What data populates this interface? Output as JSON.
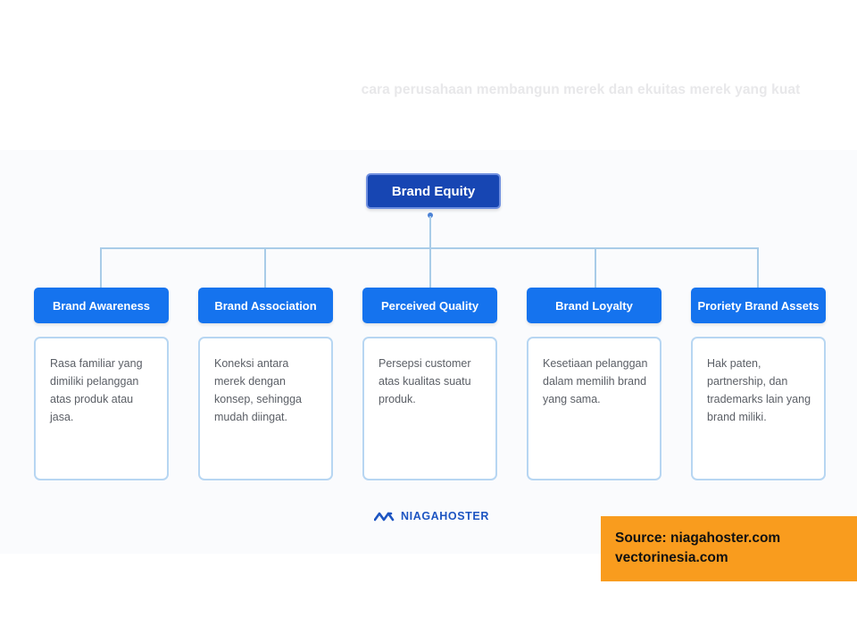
{
  "subtitle": "cara perusahaan membangun merek dan ekuitas merek yang kuat",
  "root": "Brand Equity",
  "branches": [
    {
      "title": "Brand Awareness",
      "text": "Rasa familiar yang dimiliki pelanggan atas produk atau jasa."
    },
    {
      "title": "Brand Association",
      "text": "Koneksi antara merek dengan konsep, sehingga mudah diingat."
    },
    {
      "title": "Perceived Quality",
      "text": "Persepsi customer atas kualitas suatu produk."
    },
    {
      "title": "Brand Loyalty",
      "text": "Kesetiaan pelanggan dalam memilih brand yang sama."
    },
    {
      "title": "Proriety Brand Assets",
      "text": "Hak paten, partnership, dan trademarks lain yang brand miliki."
    }
  ],
  "logo": {
    "text": "NIAGAHOSTER",
    "icon": "niagahoster-wave-icon",
    "color": "#1d55c2"
  },
  "source": {
    "line1": "Source: niagahoster.com",
    "line2": "vectorinesia.com"
  },
  "colors": {
    "root": "#1746b3",
    "header": "#1573ee",
    "connector": "#a9cce8",
    "source_bg": "#f99c1e"
  }
}
